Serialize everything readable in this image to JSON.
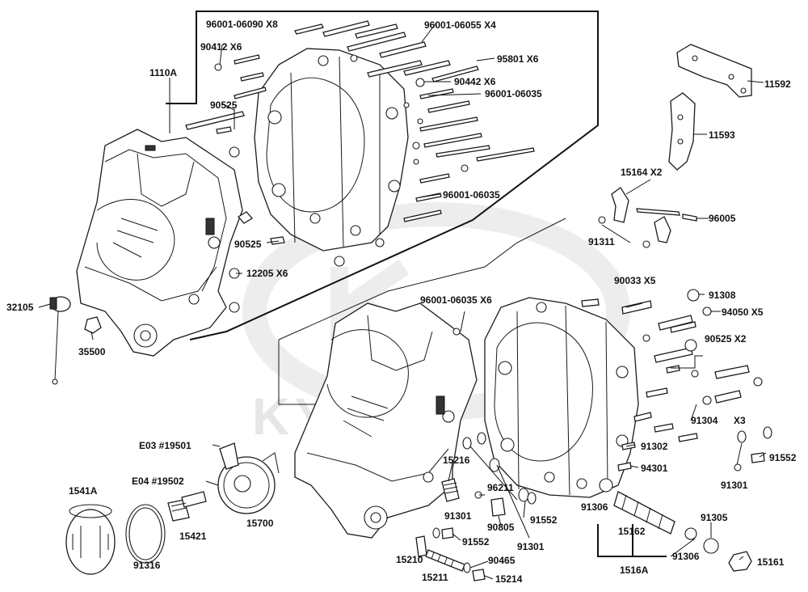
{
  "watermark": {
    "brand": "KYMCO"
  },
  "labels": {
    "p1110A": "1110A",
    "p96001_06090": "96001-06090 X8",
    "p90412": "90412  X6",
    "p96001_06055": "96001-06055 X4",
    "p95801": "95801  X6",
    "p90442": "90442  X6",
    "p96001_06035a": "96001-06035",
    "p90525a": "90525",
    "p96001_06035b": "96001-06035",
    "p90525b": "90525",
    "p12205": "12205  X6",
    "p32105": "32105",
    "p35500": "35500",
    "p11592": "11592",
    "p11593": "11593",
    "p15164": "15164  X2",
    "p96005": "96005",
    "p91311": "91311",
    "p96001_06035c": "96001-06035 X6",
    "p90033": "90033  X5",
    "p91308": "91308",
    "p94050": "94050  X5",
    "p90525c": "90525 X2",
    "p91304": "91304",
    "pX3": "X3",
    "p91302": "91302",
    "p91552a": "91552",
    "p94301": "94301",
    "p91301a": "91301",
    "pE03": "E03 #19501",
    "pE04": "E04 #19502",
    "p15216": "15216",
    "p96211": "96211",
    "p1541A": "1541A",
    "p15421": "15421",
    "p15700": "15700",
    "p91316": "91316",
    "p90805": "90805",
    "p91552b": "91552",
    "p91301b": "91301",
    "p91552c": "91552",
    "p91301c": "91301",
    "p15210": "15210",
    "p90465": "90465",
    "p15211": "15211",
    "p15214": "15214",
    "p91306a": "91306",
    "p15162": "15162",
    "p91305": "91305",
    "p91306b": "91306",
    "p1516A": "1516A",
    "p15161": "15161"
  }
}
